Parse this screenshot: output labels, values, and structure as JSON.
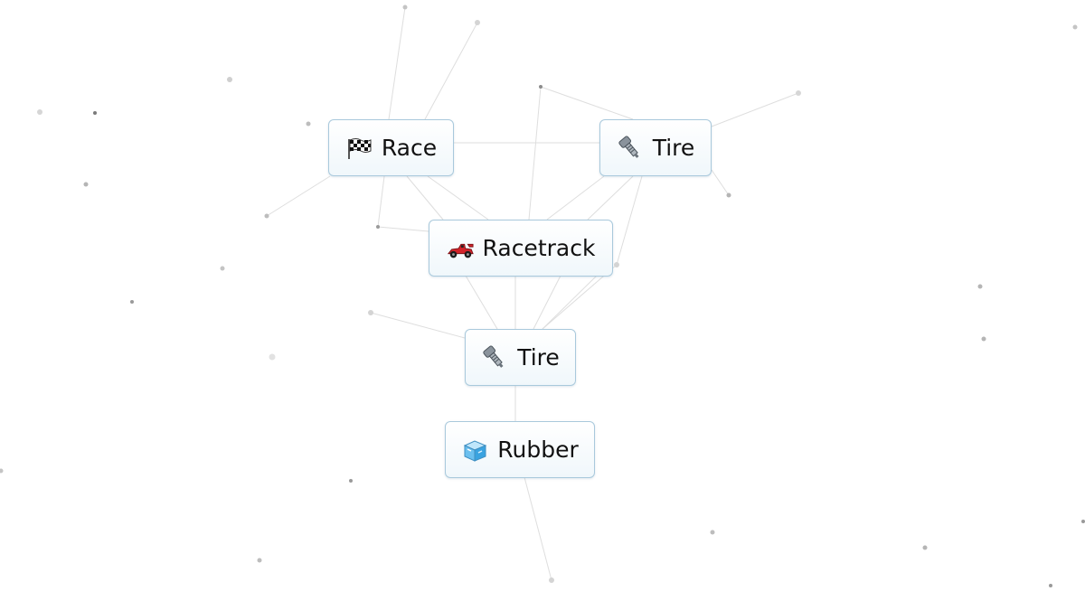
{
  "canvas": {
    "background_color": "#ffffff",
    "line_color": "#dcdcdc",
    "dot_color": "#c8c8c8"
  },
  "elements": [
    {
      "label": "Race",
      "icon": "checkered-flag-icon"
    },
    {
      "label": "Tire",
      "icon": "tire-valve-icon"
    },
    {
      "label": "Racetrack",
      "icon": "race-car-icon"
    },
    {
      "label": "Tire",
      "icon": "tire-valve-icon"
    },
    {
      "label": "Rubber",
      "icon": "ice-cube-icon"
    }
  ],
  "colors": {
    "card_border": "#a9c9dc",
    "card_background": "#f0f7fb",
    "text": "#111111"
  }
}
